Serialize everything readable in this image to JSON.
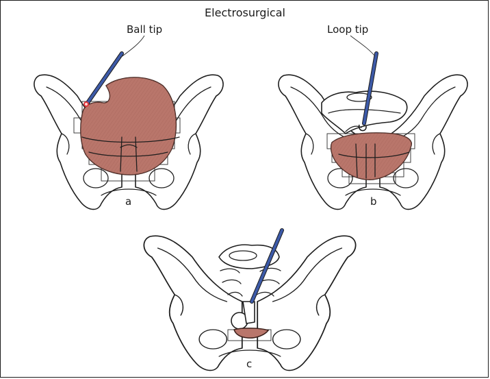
{
  "title": "Electrosurgical",
  "labels": {
    "ball_tip": "Ball tip",
    "loop_tip": "Loop tip"
  },
  "captions": {
    "a": "a",
    "b": "b",
    "c": "c"
  },
  "colors": {
    "tumor": "#b9766b",
    "tumor_edge": "#3a1f1a",
    "instrument": "#3d5aa8",
    "ball_tip_spark": "#e0343a",
    "line": "#1e1e1e"
  }
}
